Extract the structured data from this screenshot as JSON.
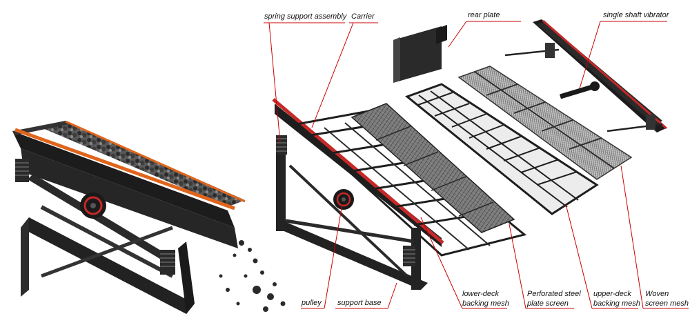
{
  "diagram": {
    "labels": {
      "spring_support_assembly": "spring support assembly",
      "carrier": "Carrier",
      "rear_plate": "rear plate",
      "single_shaft_vibrator": "single shaft vibrator",
      "pulley": "pulley",
      "support_base": "support base",
      "lower_deck_backing_mesh_1": "lower-deck",
      "lower_deck_backing_mesh_2": "backing mesh",
      "perforated_steel_plate_screen_1": "Perforated steel",
      "perforated_steel_plate_screen_2": "plate screen",
      "upper_deck_backing_mesh_1": "upper-deck",
      "upper_deck_backing_mesh_2": "backing mesh",
      "woven_screen_mesh_1": "Woven",
      "woven_screen_mesh_2": "screen mesh"
    },
    "colors": {
      "leader_line": "#cc0000",
      "frame": "#1e1e1e",
      "accent_rail": "#e0651c",
      "red_rail": "#c62828"
    }
  }
}
